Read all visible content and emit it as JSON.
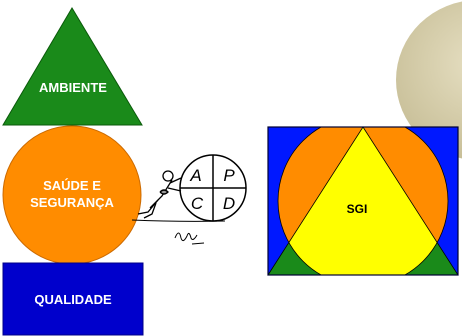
{
  "labels": {
    "ambiente": "AMBIENTE",
    "saude_line1": "SAÚDE E",
    "saude_line2": "SEGURANÇA",
    "qualidade": "QUALIDADE",
    "sgi": "SGI"
  },
  "pdca": {
    "a": "A",
    "p": "P",
    "c": "C",
    "d": "D"
  },
  "colors": {
    "triangle_green": "#1a8a1a",
    "circle_orange": "#ff8c00",
    "square_blue": "#0000cc",
    "sgi_blue": "#0018ff",
    "sgi_yellow": "#ffff00",
    "sgi_green": "#1a8a1a",
    "corner_ellipse": "#d8d0b0"
  }
}
